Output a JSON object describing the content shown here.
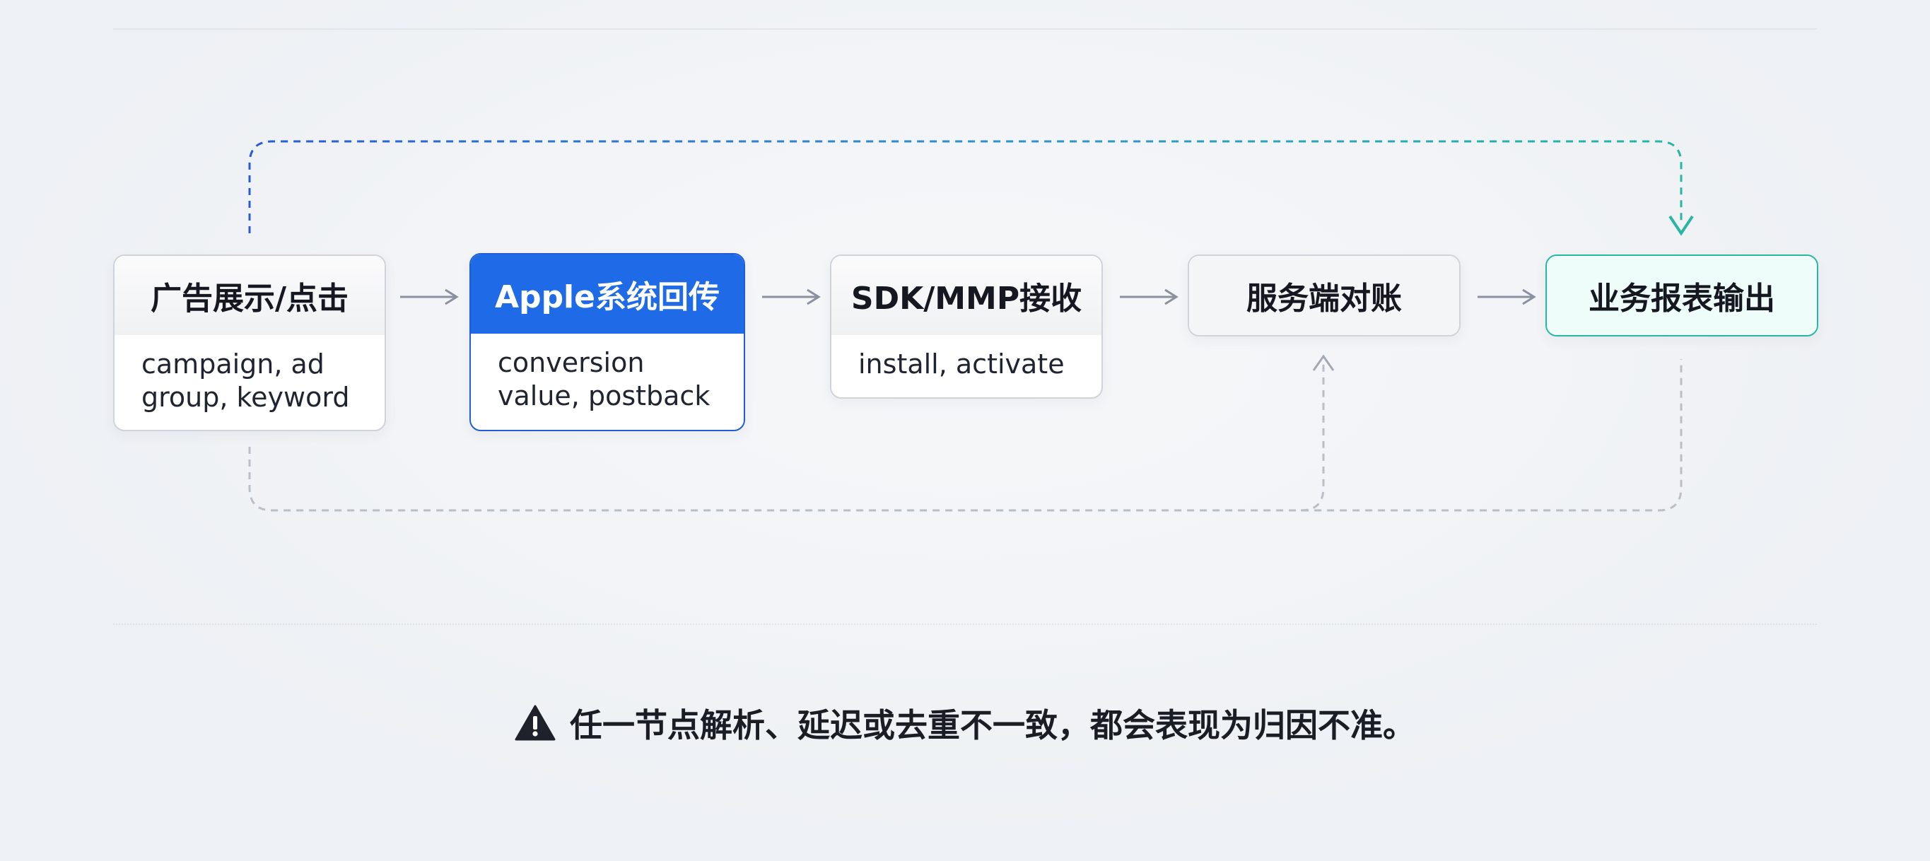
{
  "nodes": [
    {
      "title": "广告展示/点击",
      "body": [
        "campaign, ad",
        "group, keyword"
      ]
    },
    {
      "title": "Apple系统回传",
      "body": [
        "conversion",
        "value, postback"
      ]
    },
    {
      "title": "SDK/MMP接收",
      "body": [
        "install, activate"
      ]
    },
    {
      "title": "服务端对账",
      "body": []
    },
    {
      "title": "业务报表输出",
      "body": []
    }
  ],
  "footnote": {
    "icon": "warning-icon",
    "text": "任一节点解析、延迟或去重不一致，都会表现为归因不准。"
  },
  "colors": {
    "primary": "#1f6ae6",
    "teal": "#27b7a2",
    "arrow": "#8a90a0",
    "dashed_gray": "#b9bfc8"
  }
}
